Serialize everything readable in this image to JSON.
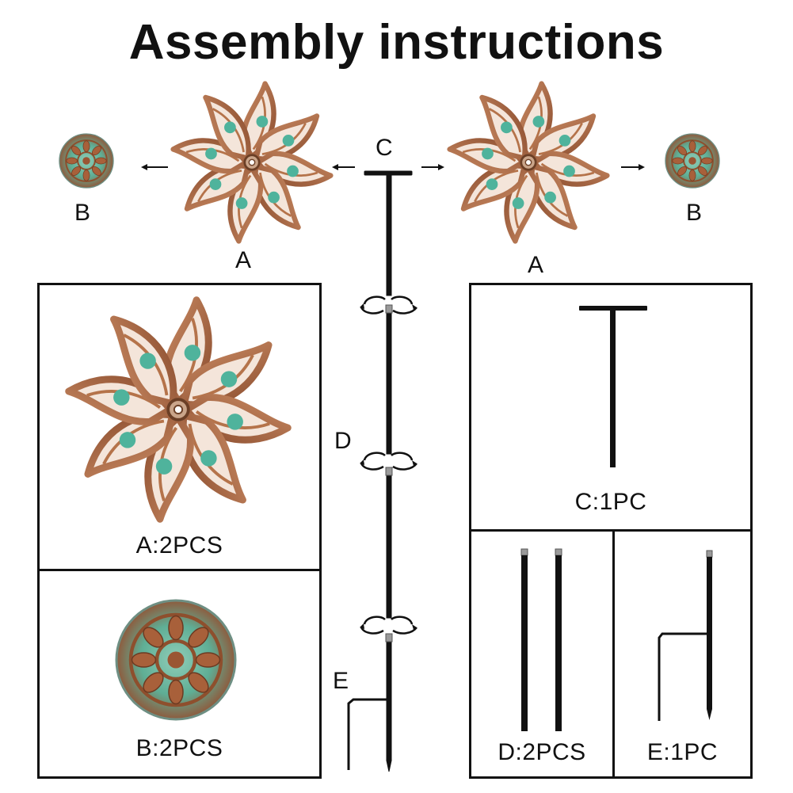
{
  "title": "Assembly instructions",
  "labels": {
    "a_left": "A",
    "a_right": "A",
    "b_left": "B",
    "b_right": "B",
    "c_top": "C",
    "d_mid": "D",
    "e_mid": "E"
  },
  "parts": {
    "a": "A:2PCS",
    "b": "B:2PCS",
    "c": "C:1PC",
    "d": "D:2PCS",
    "e": "E:1PC"
  },
  "colors": {
    "copper": "#b5734a",
    "copper_light": "#e7b89a",
    "patina": "#4fb39c",
    "patina_dark": "#3a8f7c",
    "pole": "#111111"
  }
}
